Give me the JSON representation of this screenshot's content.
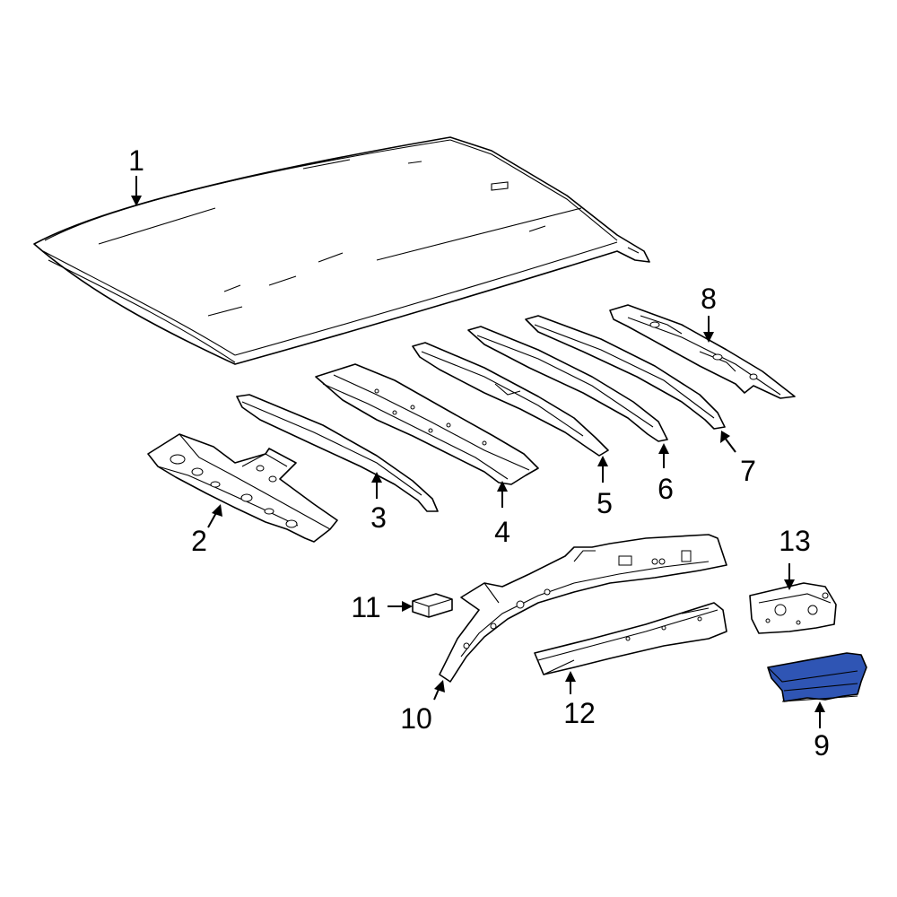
{
  "highlight_color": "#2f55b4",
  "callouts": [
    {
      "id": "callout-1",
      "label": "1",
      "part": "roof-panel"
    },
    {
      "id": "callout-2",
      "label": "2",
      "part": "front-header-panel"
    },
    {
      "id": "callout-3",
      "label": "3",
      "part": "roof-bow-3"
    },
    {
      "id": "callout-4",
      "label": "4",
      "part": "roof-bow-4"
    },
    {
      "id": "callout-5",
      "label": "5",
      "part": "roof-bow-5"
    },
    {
      "id": "callout-6",
      "label": "6",
      "part": "roof-bow-6"
    },
    {
      "id": "callout-7",
      "label": "7",
      "part": "roof-bow-7"
    },
    {
      "id": "callout-8",
      "label": "8",
      "part": "rear-header-panel"
    },
    {
      "id": "callout-9",
      "label": "9",
      "part": "highlighted-reinforcement",
      "highlighted": true
    },
    {
      "id": "callout-10",
      "label": "10",
      "part": "roof-side-rail"
    },
    {
      "id": "callout-11",
      "label": "11",
      "part": "small-pad"
    },
    {
      "id": "callout-12",
      "label": "12",
      "part": "inner-rail"
    },
    {
      "id": "callout-13",
      "label": "13",
      "part": "rear-bracket"
    }
  ]
}
